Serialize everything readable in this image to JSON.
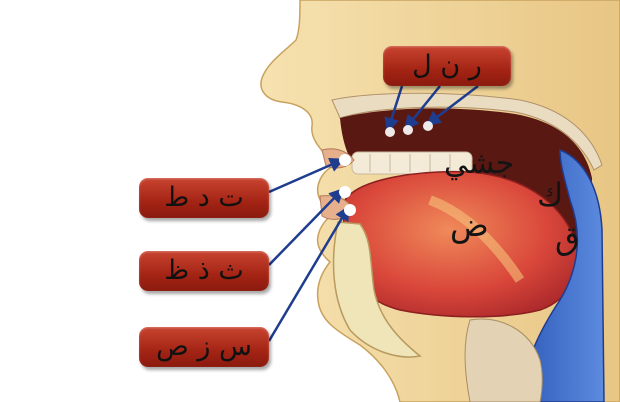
{
  "labels": {
    "top": "ر ن ل",
    "box1": "ت د ط",
    "box2": "ث ذ ظ",
    "box3": "س ز ص"
  },
  "mouth_letters": {
    "jshy": "جشي",
    "dad": "ض",
    "kaf": "ك",
    "qaf": "ق"
  },
  "colors": {
    "label_fill": "#a42414",
    "arrow": "#1f3d8f",
    "skin": "#f2d9a0",
    "tongue": "#d94a3a",
    "throat": "#3a68c4"
  }
}
